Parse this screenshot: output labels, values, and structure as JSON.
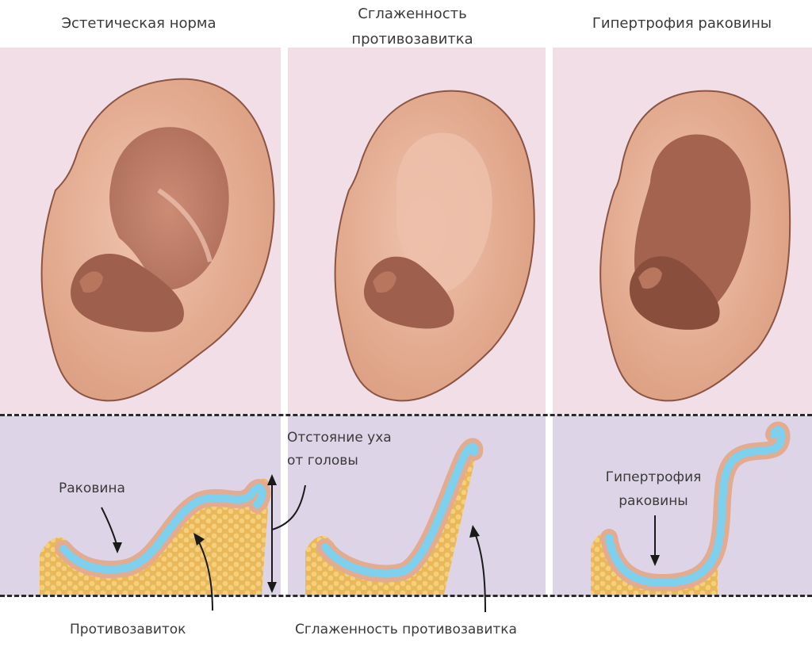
{
  "titles": {
    "normal": "Эстетическая норма",
    "smooth_line1": "Сглаженность",
    "smooth_line2": "противозавитка",
    "hyper": "Гипертрофия раковины"
  },
  "labels": {
    "concha": "Раковина",
    "antihelix": "Противозавиток",
    "distance_line1": "Отстояние уха",
    "distance_line2": "от головы",
    "smooth_antihelix": "Сглаженность противозавитка",
    "hyper_line1": "Гипертрофия",
    "hyper_line2": "раковины"
  },
  "colors": {
    "panel_top": "#f2dee6",
    "panel_bottom": "#ddd5e7",
    "skin": "#e3ab90",
    "cartilage": "#7dd1ee",
    "fat": "#efc36a"
  }
}
